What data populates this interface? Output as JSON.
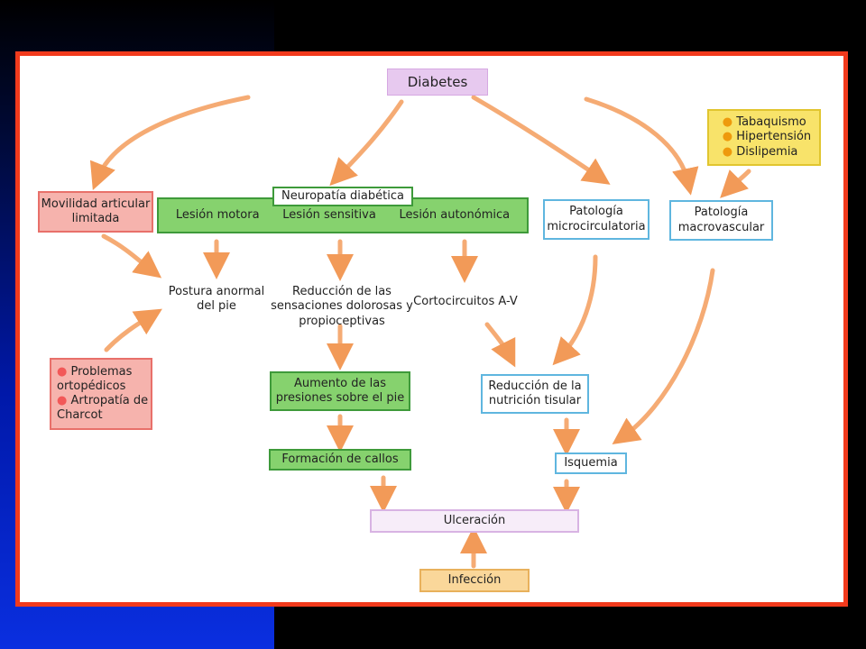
{
  "nodes": {
    "diabetes": "Diabetes",
    "neuropatia": "Neuropatía diabética",
    "lesion_motora": "Lesión motora",
    "lesion_sensitiva": "Lesión sensitiva",
    "lesion_autonomica": "Lesión autonómica",
    "movilidad": "Movilidad articular limitada",
    "pat_micro": "Patología microcirculatoria",
    "pat_macro": "Patología macrovascular",
    "risk_factors": [
      "Tabaquismo",
      "Hipertensión",
      "Dislipemia"
    ],
    "postura": "Postura anormal del pie",
    "reduccion_sens": "Reducción de las sensaciones dolorosas y propioceptivas",
    "cortocircuitos": "Cortocircuitos A-V",
    "problemas": [
      "Problemas ortopédicos",
      "Artropatía de Charcot"
    ],
    "aumento_presiones": "Aumento de las presiones sobre el pie",
    "reduccion_nutricion": "Reducción de la nutrición tisular",
    "formacion_callos": "Formación de callos",
    "isquemia": "Isquemia",
    "ulceracion": "Ulceración",
    "infeccion": "Infección"
  },
  "colors": {
    "frame": "#f23a1c",
    "arrow": "#f5a46a",
    "green": "#86d26e",
    "pink": "#f6b3ad",
    "yellow": "#f8e36a",
    "blue_border": "#5fb6df",
    "lavender": "#e7c9ef"
  }
}
